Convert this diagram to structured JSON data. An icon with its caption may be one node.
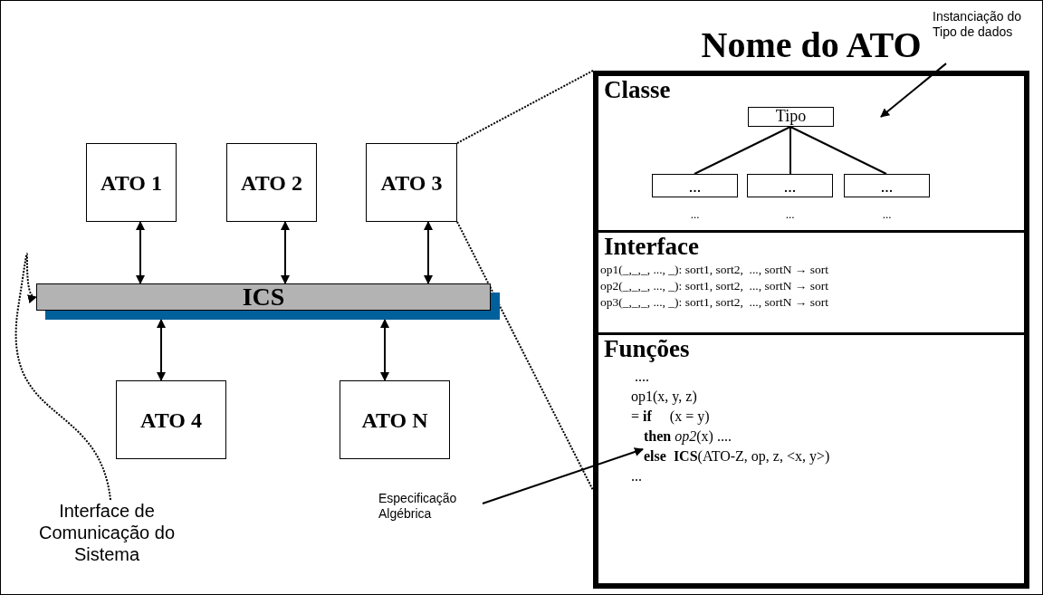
{
  "diagram": {
    "nodes": [
      {
        "text": [
          "ATO 1"
        ]
      },
      {
        "text": [
          "ATO 2"
        ]
      },
      {
        "text": [
          "ATO 3"
        ]
      },
      {
        "text": [
          "ICS"
        ]
      },
      {
        "text": [
          "ATO 4"
        ]
      },
      {
        "text": [
          "ATO N"
        ]
      },
      {
        "text": [
          "Nome do ATO"
        ]
      },
      {
        "text": [
          "Classe"
        ],
        "in": 6
      },
      {
        "text": [
          "Tipo"
        ],
        "in": 7
      },
      {
        "text": [
          "..."
        ],
        "in": 7,
        "beside": [
          "..."
        ]
      },
      {
        "text": [
          "..."
        ],
        "in": 7,
        "beside": [
          "..."
        ]
      },
      {
        "text": [
          "..."
        ],
        "in": 7,
        "beside": [
          "..."
        ]
      },
      {
        "text": [
          "Interface",
          "op1(_,_,_, ..., _): sort1, sort2,  ..., sortN → sort",
          "op2(_,_,_, ..., _): sort1, sort2,  ..., sortN → sort",
          "op3(_,_,_, ..., _): sort1, sort2,  ..., sortN → sort"
        ],
        "in": 6
      },
      {
        "text": [
          "Funções",
          "....",
          "op1(x, y, z)",
          "= **if**     (x = y)",
          "**then** *op2*(x) ....",
          "**else**  **ICS**(ATO-Z, op, z, <x, y>)",
          "..."
        ],
        "in": 6
      },
      {
        "text": [
          "Instanciação do Tipo de dados"
        ]
      },
      {
        "text": [
          "Interface de Comunicação do Sistema"
        ]
      },
      {
        "text": [
          "Especificação Algébrica"
        ]
      }
    ],
    "edges": [
      {
        "from": 0,
        "to": 3,
        "arrow": "both"
      },
      {
        "from": 1,
        "to": 3,
        "arrow": "both"
      },
      {
        "from": 2,
        "to": 3,
        "arrow": "both"
      },
      {
        "from": 3,
        "to": 4,
        "arrow": "both"
      },
      {
        "from": 3,
        "to": 5,
        "arrow": "both"
      },
      {
        "from": 8,
        "to": 9,
        "arrow": "none"
      },
      {
        "from": 8,
        "to": 10,
        "arrow": "none"
      },
      {
        "from": 8,
        "to": 11,
        "arrow": "none"
      },
      {
        "from": 14,
        "to": 7,
        "arrow": "to"
      },
      {
        "from": 15,
        "to": 3,
        "arrow": "to",
        "style": "dashed"
      },
      {
        "from": 16,
        "to": 13,
        "arrow": "to"
      },
      {
        "from": 2,
        "to": 6,
        "arrow": "none",
        "style": "dashed"
      },
      {
        "from": 2,
        "to": 6,
        "arrow": "none",
        "style": "dashed"
      }
    ]
  }
}
